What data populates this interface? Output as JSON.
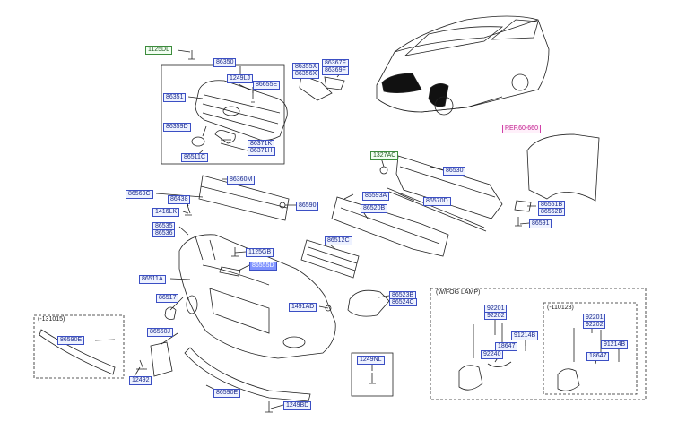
{
  "labels": {
    "p1125DL": "1125DL",
    "p86350": "86350",
    "p86355X": "86355X",
    "p86356X": "86356X",
    "p86367F": "86367F",
    "p86369F": "86369F",
    "p1249LJ": "1249LJ",
    "p86655E": "86655E",
    "p86351": "86351",
    "p86359D": "86359D",
    "p86371K": "86371K",
    "p86371H": "86371H",
    "p86511C": "86511C",
    "pREF": "REF.60-660",
    "p1327AC": "1327AC",
    "p86530": "86530",
    "p86360M": "86360M",
    "p86569C": "86569C",
    "p86438": "86438",
    "p86590": "86590",
    "p86593A": "86593A",
    "p86570D": "86570D",
    "p86520B": "86520B",
    "p86551B": "86551B",
    "p86552B": "86552B",
    "p86591": "86591",
    "p1416LK": "1416LK",
    "p86535": "86535",
    "p86536": "86536",
    "p86512C": "86512C",
    "p1125GB": "1125GB",
    "p86555D": "86555D",
    "p86511A": "86511A",
    "p86523B": "86523B",
    "p86524C": "86524C",
    "p86517": "86517",
    "p1491AD": "1491AD",
    "pDate1": "(-131015)",
    "p86590E_a": "86590E",
    "p86560J": "86560J",
    "p12492": "12492",
    "p1249NL": "1249NL",
    "p86590E_b": "86590E",
    "p1249BD": "1249BD",
    "pFog": "(W/FOG LAMP)",
    "p92201a": "92201",
    "p92202a": "92202",
    "p91214Ba": "91214B",
    "p18647a": "18647",
    "p92240": "92240",
    "pDate2": "(-110128)",
    "p92201b": "92201",
    "p92202b": "92202",
    "p91214Bb": "91214B",
    "p18647b": "18647"
  }
}
